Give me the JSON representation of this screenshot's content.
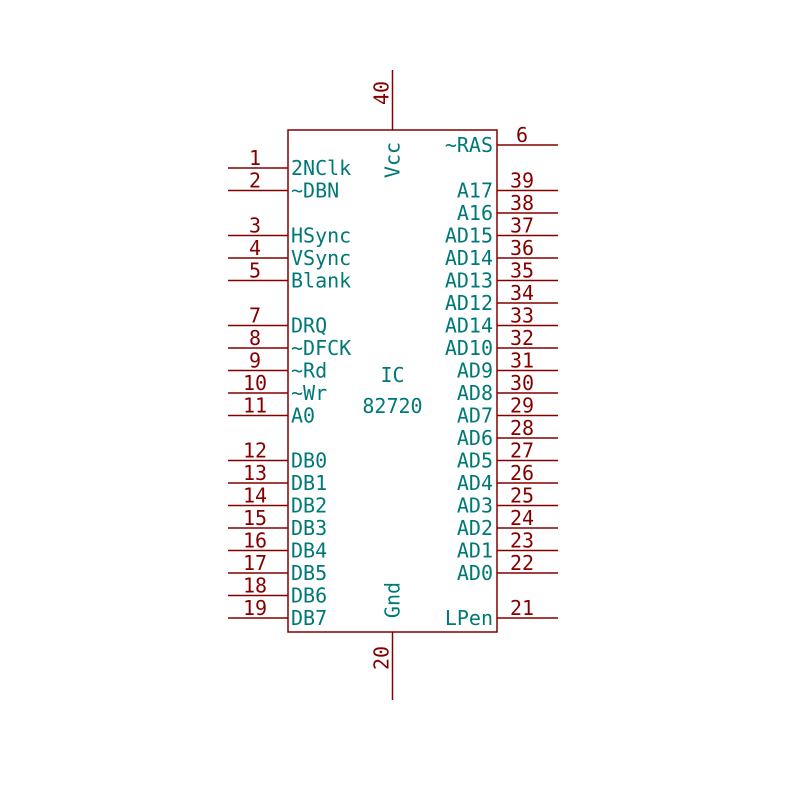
{
  "colors": {
    "pin": "#840000",
    "text": "#007878",
    "background": "#ffffff"
  },
  "component": {
    "reference": "IC",
    "value": "82720"
  },
  "pins": {
    "top": [
      {
        "num": "40",
        "name": "Vcc"
      }
    ],
    "bottom": [
      {
        "num": "20",
        "name": "Gnd"
      }
    ],
    "left": [
      {
        "num": "1",
        "name": "2NClk",
        "row": 0
      },
      {
        "num": "2",
        "name": "~DBN",
        "row": 1
      },
      {
        "num": "3",
        "name": "HSync",
        "row": 3
      },
      {
        "num": "4",
        "name": "VSync",
        "row": 4
      },
      {
        "num": "5",
        "name": "Blank",
        "row": 5
      },
      {
        "num": "7",
        "name": "DRQ",
        "row": 7
      },
      {
        "num": "8",
        "name": "~DFCK",
        "row": 8
      },
      {
        "num": "9",
        "name": "~Rd",
        "row": 9
      },
      {
        "num": "10",
        "name": "~Wr",
        "row": 10
      },
      {
        "num": "11",
        "name": "A0",
        "row": 11
      },
      {
        "num": "12",
        "name": "DB0",
        "row": 13
      },
      {
        "num": "13",
        "name": "DB1",
        "row": 14
      },
      {
        "num": "14",
        "name": "DB2",
        "row": 15
      },
      {
        "num": "15",
        "name": "DB3",
        "row": 16
      },
      {
        "num": "16",
        "name": "DB4",
        "row": 17
      },
      {
        "num": "17",
        "name": "DB5",
        "row": 18
      },
      {
        "num": "18",
        "name": "DB6",
        "row": 19
      },
      {
        "num": "19",
        "name": "DB7",
        "row": 20
      }
    ],
    "right": [
      {
        "num": "6",
        "name": "~RAS",
        "row": -1
      },
      {
        "num": "39",
        "name": "A17",
        "row": 1
      },
      {
        "num": "38",
        "name": "A16",
        "row": 2
      },
      {
        "num": "37",
        "name": "AD15",
        "row": 3
      },
      {
        "num": "36",
        "name": "AD14",
        "row": 4
      },
      {
        "num": "35",
        "name": "AD13",
        "row": 5
      },
      {
        "num": "34",
        "name": "AD12",
        "row": 6
      },
      {
        "num": "33",
        "name": "AD14",
        "row": 7
      },
      {
        "num": "32",
        "name": "AD10",
        "row": 8
      },
      {
        "num": "31",
        "name": "AD9",
        "row": 9
      },
      {
        "num": "30",
        "name": "AD8",
        "row": 10
      },
      {
        "num": "29",
        "name": "AD7",
        "row": 11
      },
      {
        "num": "28",
        "name": "AD6",
        "row": 12
      },
      {
        "num": "27",
        "name": "AD5",
        "row": 13
      },
      {
        "num": "26",
        "name": "AD4",
        "row": 14
      },
      {
        "num": "25",
        "name": "AD3",
        "row": 15
      },
      {
        "num": "24",
        "name": "AD2",
        "row": 16
      },
      {
        "num": "23",
        "name": "AD1",
        "row": 17
      },
      {
        "num": "22",
        "name": "AD0",
        "row": 18
      },
      {
        "num": "21",
        "name": "LPen",
        "row": 20
      }
    ]
  }
}
